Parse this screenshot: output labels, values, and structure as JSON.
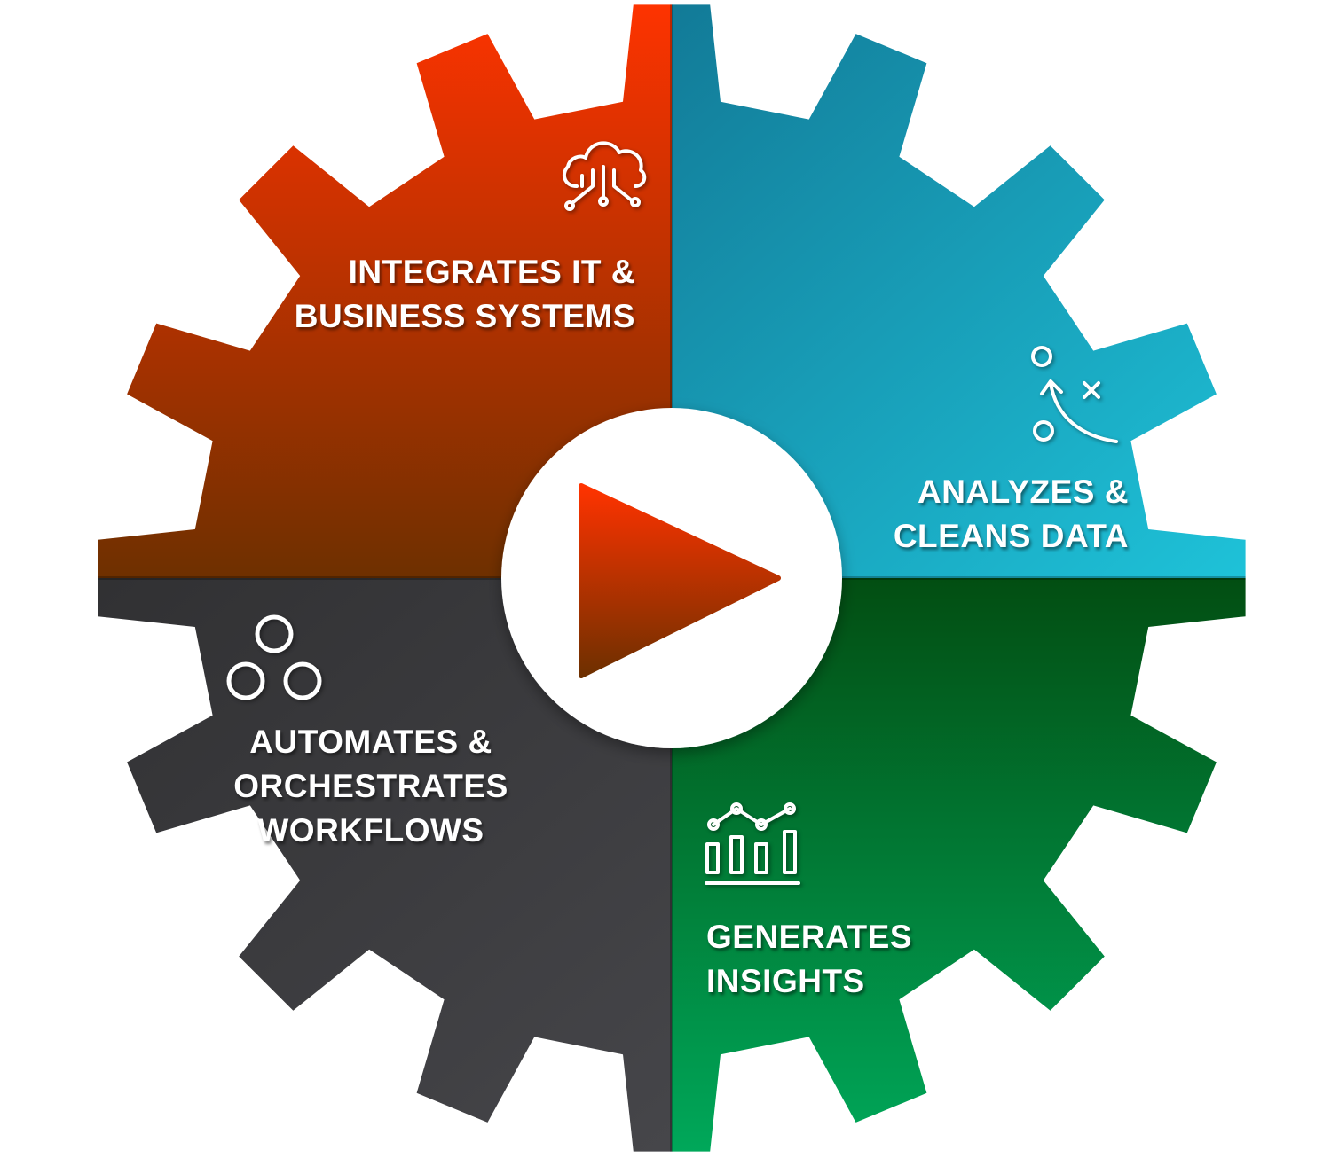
{
  "diagram": {
    "segments": [
      {
        "id": "integrates",
        "lines": [
          "INTEGRATES IT &",
          "BUSINESS SYSTEMS"
        ],
        "icon": "cloud-circuit-icon",
        "color_top": "#ff3300",
        "color_bottom": "#6e3000"
      },
      {
        "id": "analyzes",
        "lines": [
          "ANALYZES &",
          "CLEANS DATA"
        ],
        "icon": "play-strategy-icon",
        "color_top": "#127a97",
        "color_bottom": "#1fc7dd"
      },
      {
        "id": "generates",
        "lines": [
          "GENERATES",
          "INSIGHTS"
        ],
        "icon": "bar-line-chart-icon",
        "color_top": "#024e12",
        "color_bottom": "#00a85a"
      },
      {
        "id": "automates",
        "lines": [
          "AUTOMATES &",
          "ORCHESTRATES",
          "WORKFLOWS"
        ],
        "icon": "three-circles-icon",
        "color_top": "#2f2f31",
        "color_bottom": "#46464a"
      }
    ],
    "center": {
      "icon": "play-icon",
      "play_top": "#ff3300",
      "play_bottom": "#6e3000"
    }
  }
}
